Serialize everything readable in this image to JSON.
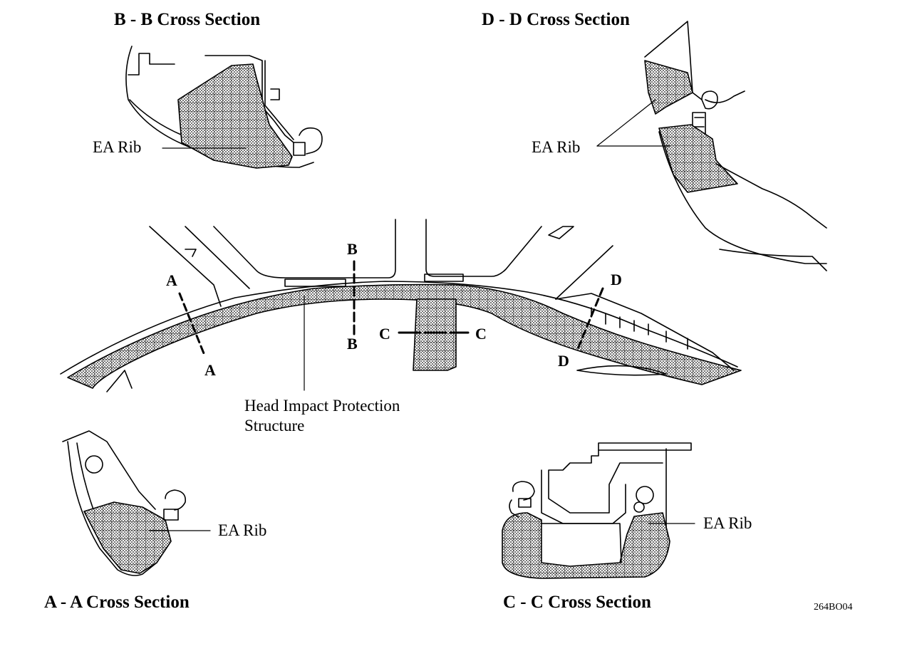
{
  "titles": {
    "bb": "B - B Cross Section",
    "dd": "D - D Cross Section",
    "aa": "A - A Cross Section",
    "cc": "C - C Cross Section"
  },
  "callouts": {
    "ea_rib": "EA Rib",
    "head_impact_line1": "Head Impact Protection",
    "head_impact_line2": "Structure"
  },
  "markers": {
    "a": "A",
    "b": "B",
    "c": "C",
    "d": "D"
  },
  "figure_code": "264BO04",
  "colors": {
    "line": "#000000",
    "fill": "#aaaaaa",
    "background": "#ffffff"
  }
}
